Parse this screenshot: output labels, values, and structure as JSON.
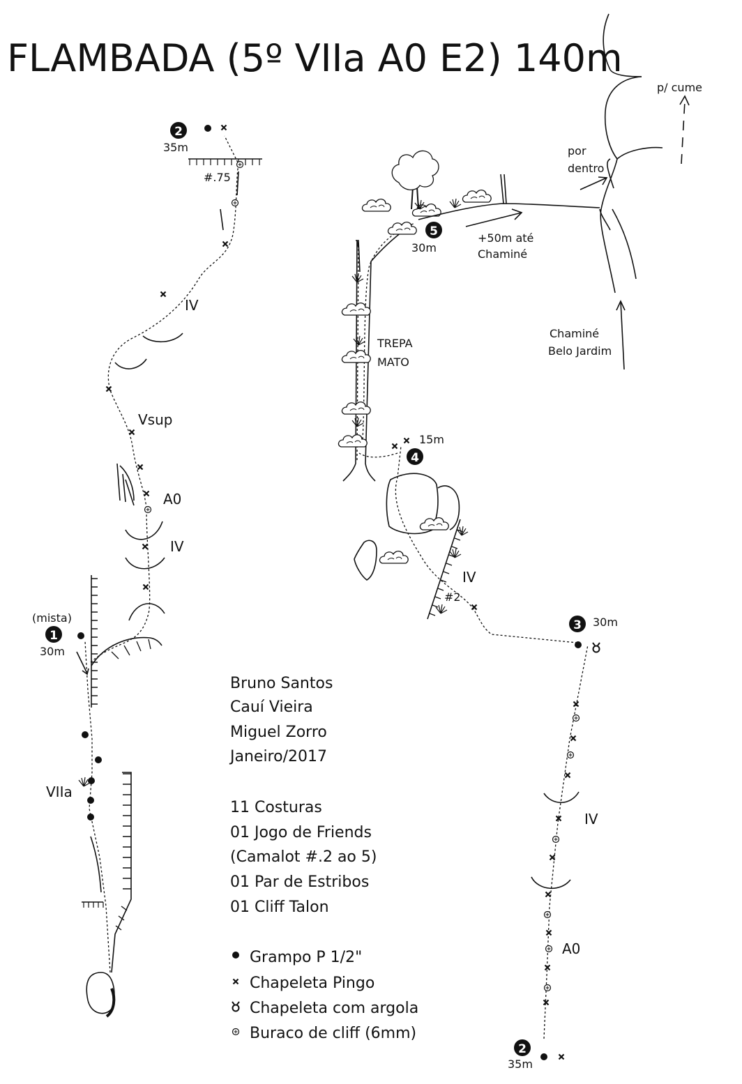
{
  "title": "FLAMBADA (5º VIIa A0 E2) 140m",
  "belays": [
    {
      "num": "1",
      "length": "30m",
      "note": "(mista)"
    },
    {
      "num": "2",
      "length": "35m"
    },
    {
      "num": "3",
      "length": "30m"
    },
    {
      "num": "4",
      "length": "15m"
    },
    {
      "num": "5",
      "length": "30m"
    }
  ],
  "grades": {
    "viia": "VIIa",
    "iv": "IV",
    "a0": "A0",
    "vsup": "Vsup"
  },
  "gear_labels": {
    "cam_75": "#.75",
    "cam_2": "#2"
  },
  "route_notes": {
    "trepa": "TREPA",
    "mato": "MATO",
    "plus50_line1": "+50m até",
    "plus50_line2": "Chaminé",
    "chimney_line1": "Chaminé",
    "chimney_line2": "Belo Jardim",
    "por": "por",
    "dentro": "dentro",
    "to_summit": "p/ cume"
  },
  "credits": [
    "Bruno Santos",
    "Cauí Vieira",
    "Miguel Zorro",
    "Janeiro/2017"
  ],
  "gear_list": [
    "11 Costuras",
    "01 Jogo de Friends",
    "(Camalot #.2 ao 5)",
    "01 Par de Estribos",
    "01 Cliff Talon"
  ],
  "legend": [
    {
      "symbol": "bolt-dot",
      "label": "Grampo P 1/2\""
    },
    {
      "symbol": "cross",
      "label": "Chapeleta Pingo"
    },
    {
      "symbol": "ring-bolt",
      "label": "Chapeleta com argola"
    },
    {
      "symbol": "cliff-hole",
      "label": "Buraco de cliff (6mm)"
    }
  ]
}
